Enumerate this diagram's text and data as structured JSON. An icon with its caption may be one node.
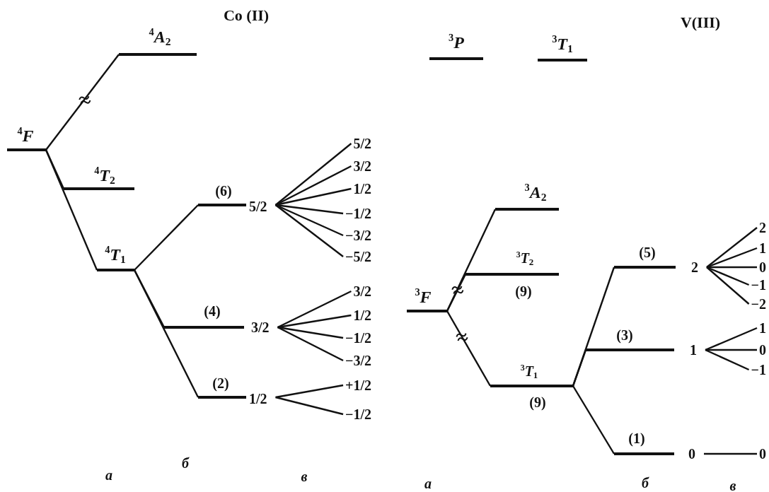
{
  "diagram": {
    "nodes": [
      {
        "text": [
          "$^{4}$*F*"
        ]
      },
      {
        "text": [
          "$^{4}$*A*$_{2}$"
        ]
      },
      {
        "text": [
          "$^{4}$*T*$_{2}$"
        ]
      },
      {
        "text": [
          "$^{4}$*T*$_{1}$"
        ]
      },
      {
        "text": [
          "(6)"
        ],
        "beside": [
          "5/2"
        ]
      },
      {
        "text": [
          "(4)"
        ],
        "beside": [
          "3/2"
        ]
      },
      {
        "text": [
          "(2)"
        ],
        "beside": [
          "1/2"
        ]
      },
      {
        "text": [
          "5/2"
        ]
      },
      {
        "text": [
          "3/2"
        ]
      },
      {
        "text": [
          "1/2"
        ]
      },
      {
        "text": [
          "−1/2"
        ]
      },
      {
        "text": [
          "−3/2"
        ]
      },
      {
        "text": [
          "−5/2"
        ]
      },
      {
        "text": [
          "3/2"
        ]
      },
      {
        "text": [
          "1/2"
        ]
      },
      {
        "text": [
          "−1/2"
        ]
      },
      {
        "text": [
          "−3/2"
        ]
      },
      {
        "text": [
          "+1/2"
        ]
      },
      {
        "text": [
          "−1/2"
        ]
      },
      {
        "text": [
          "$^{3}$*P*"
        ]
      },
      {
        "text": [
          "$^{3}$*T*$_{1}$"
        ]
      },
      {
        "text": [
          "$^{3}$*F*"
        ]
      },
      {
        "text": [
          "$^{3}$*A*$_{2}$"
        ]
      },
      {
        "text": [
          "$^{3}$*T*$_{2}$"
        ],
        "beside": [
          "(9)"
        ]
      },
      {
        "text": [
          "$^{3}$*T*$_{1}$"
        ],
        "beside": [
          "(9)"
        ]
      },
      {
        "text": [
          "(5)"
        ],
        "beside": [
          "2"
        ]
      },
      {
        "text": [
          "(3)"
        ],
        "beside": [
          "1"
        ]
      },
      {
        "text": [
          "(1)"
        ],
        "beside": [
          "0"
        ]
      },
      {
        "text": [
          "2"
        ]
      },
      {
        "text": [
          "1"
        ]
      },
      {
        "text": [
          "0"
        ]
      },
      {
        "text": [
          "−1"
        ]
      },
      {
        "text": [
          "−2"
        ]
      },
      {
        "text": [
          "1"
        ]
      },
      {
        "text": [
          "0"
        ]
      },
      {
        "text": [
          "−1"
        ]
      },
      {
        "text": [
          "0"
        ]
      }
    ],
    "edges": [
      {
        "from": 0,
        "to": 1,
        "arrow": "none"
      },
      {
        "from": 0,
        "to": 2,
        "arrow": "none"
      },
      {
        "from": 0,
        "to": 3,
        "arrow": "none"
      },
      {
        "from": 3,
        "to": 4,
        "arrow": "none"
      },
      {
        "from": 3,
        "to": 5,
        "arrow": "none"
      },
      {
        "from": 3,
        "to": 6,
        "arrow": "none"
      },
      {
        "from": 4,
        "to": 7,
        "arrow": "none"
      },
      {
        "from": 4,
        "to": 8,
        "arrow": "none"
      },
      {
        "from": 4,
        "to": 9,
        "arrow": "none"
      },
      {
        "from": 4,
        "to": 10,
        "arrow": "none"
      },
      {
        "from": 4,
        "to": 11,
        "arrow": "none"
      },
      {
        "from": 4,
        "to": 12,
        "arrow": "none"
      },
      {
        "from": 5,
        "to": 13,
        "arrow": "none"
      },
      {
        "from": 5,
        "to": 14,
        "arrow": "none"
      },
      {
        "from": 5,
        "to": 15,
        "arrow": "none"
      },
      {
        "from": 5,
        "to": 16,
        "arrow": "none"
      },
      {
        "from": 6,
        "to": 17,
        "arrow": "none"
      },
      {
        "from": 6,
        "to": 18,
        "arrow": "none"
      },
      {
        "from": 21,
        "to": 22,
        "arrow": "none"
      },
      {
        "from": 21,
        "to": 23,
        "arrow": "none"
      },
      {
        "from": 21,
        "to": 24,
        "arrow": "none"
      },
      {
        "from": 24,
        "to": 25,
        "arrow": "none"
      },
      {
        "from": 24,
        "to": 26,
        "arrow": "none"
      },
      {
        "from": 24,
        "to": 27,
        "arrow": "none"
      },
      {
        "from": 25,
        "to": 28,
        "arrow": "none"
      },
      {
        "from": 25,
        "to": 29,
        "arrow": "none"
      },
      {
        "from": 25,
        "to": 30,
        "arrow": "none"
      },
      {
        "from": 25,
        "to": 31,
        "arrow": "none"
      },
      {
        "from": 25,
        "to": 32,
        "arrow": "none"
      },
      {
        "from": 26,
        "to": 33,
        "arrow": "none"
      },
      {
        "from": 26,
        "to": 34,
        "arrow": "none"
      },
      {
        "from": 26,
        "to": 35,
        "arrow": "none"
      },
      {
        "from": 27,
        "to": 36,
        "arrow": "none"
      }
    ],
    "labels": [
      "Co (II)",
      "V(III)",
      "а",
      "б",
      "в",
      "а",
      "б",
      "в"
    ]
  }
}
